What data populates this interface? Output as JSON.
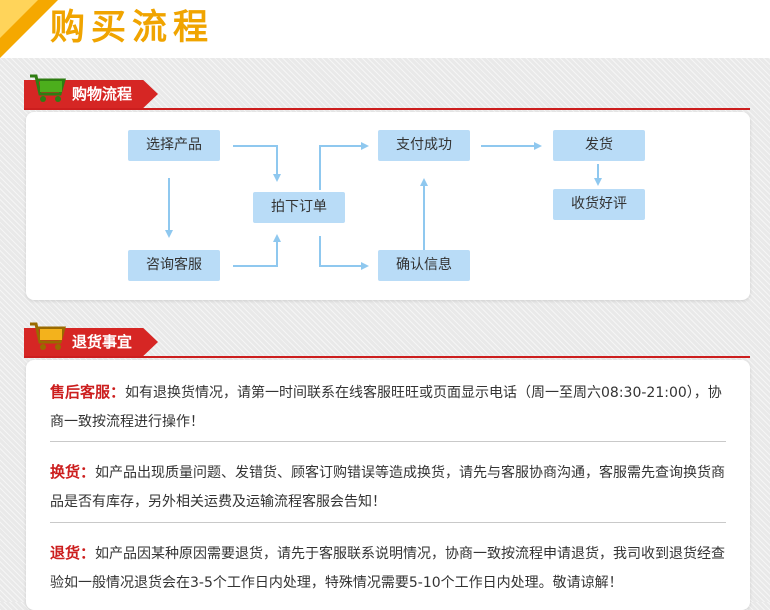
{
  "header": {
    "title": "购买流程"
  },
  "purchase": {
    "section_title": "购物流程",
    "nodes": {
      "select": "选择产品",
      "consult": "咨询客服",
      "order": "拍下订单",
      "pay": "支付成功",
      "confirm": "确认信息",
      "ship": "发货",
      "review": "收货好评"
    }
  },
  "returns": {
    "section_title": "退货事宜",
    "items": [
      {
        "lead": "售后客服：",
        "text": "如有退换货情况，请第一时间联系在线客服旺旺或页面显示电话（周一至周六08:30-21:00），协商一致按流程进行操作！"
      },
      {
        "lead": "换货：",
        "text": "如产品出现质量问题、发错货、顾客订购错误等造成换货，请先与客服协商沟通，客服需先查询换货商品是否有库存，另外相关运费及运输流程客服会告知！"
      },
      {
        "lead": "退货：",
        "text": "如产品因某种原因需要退货，请先于客服联系说明情况，协商一致按流程申请退货，我司收到退货经查验如一般情况退货会在3-5个工作日内处理，特殊情况需要5-10个工作日内处理。敬请谅解！"
      }
    ]
  },
  "colors": {
    "accent": "#cc1e1e",
    "title_orange": "#f0a400",
    "node_blue": "#b9dcf7",
    "arrow_blue": "#8fc8ef"
  }
}
